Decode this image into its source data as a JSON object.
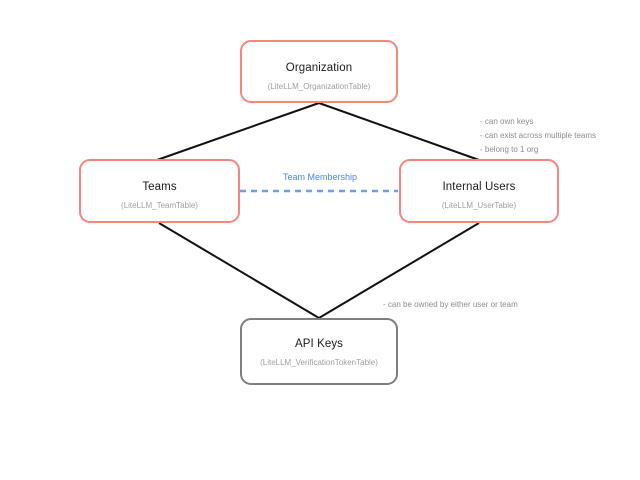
{
  "diagram": {
    "nodes": {
      "organization": {
        "title": "Organization",
        "subtitle": "(LiteLLM_OrganizationTable)"
      },
      "teams": {
        "title": "Teams",
        "subtitle": "(LiteLLM_TeamTable)"
      },
      "internal_users": {
        "title": "Internal Users",
        "subtitle": "(LiteLLM_UserTable)"
      },
      "api_keys": {
        "title": "API Keys",
        "subtitle": "(LiteLLM_VerificationTokenTable)"
      }
    },
    "edge_labels": {
      "team_membership": "Team Membership"
    },
    "annotations": {
      "internal_users": [
        "- can own keys",
        "- can exist across multiple teams",
        "- belong to 1 org"
      ],
      "api_keys": [
        "- can be owned by either user or team"
      ]
    },
    "colors": {
      "node_border_red": "#f5867e",
      "node_border_gray": "#7f7f7f",
      "edge_black": "#111111",
      "edge_dashed_blue": "#6d9eeb",
      "edge_label_blue": "#4a86e8",
      "annotation_gray": "#8c8c8c",
      "subtitle_gray": "#9e9e9e"
    }
  }
}
